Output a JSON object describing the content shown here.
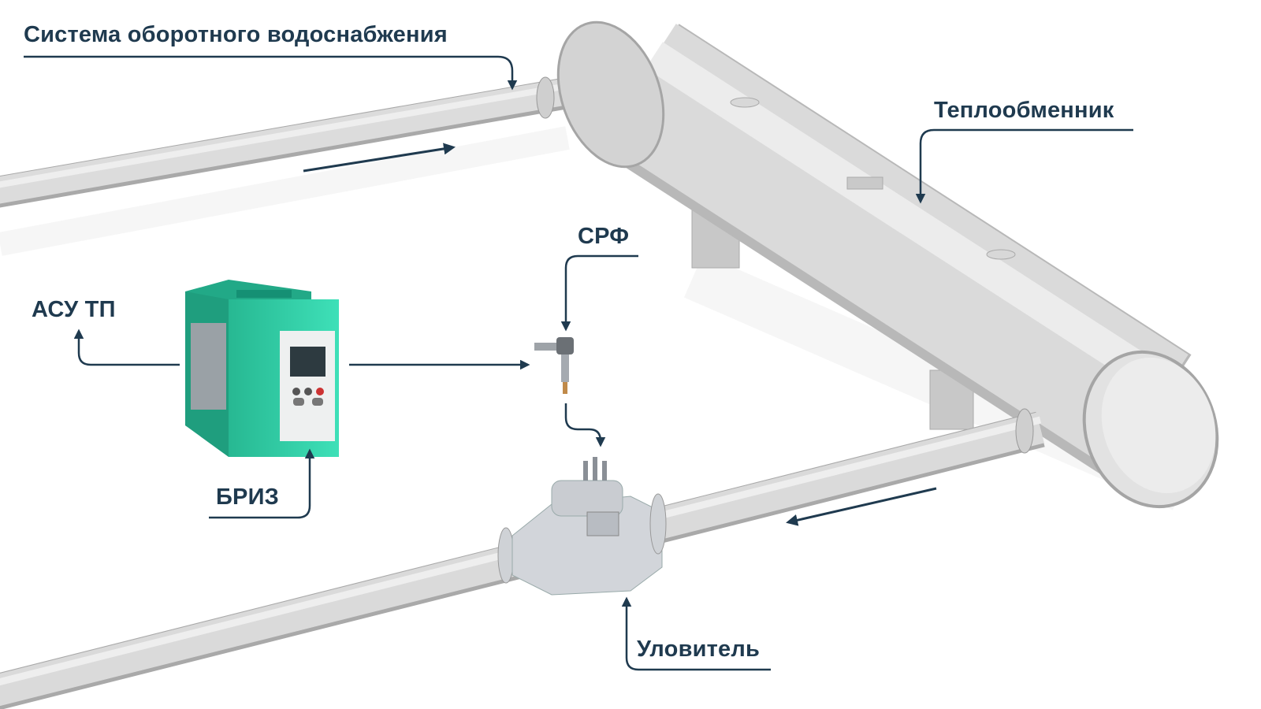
{
  "labels": {
    "water_system": "Система оборотного водоснабжения",
    "heat_exchanger": "Теплообменник",
    "srf": "СРФ",
    "asu_tp": "АСУ ТП",
    "briz": "БРИЗ",
    "catcher": "Уловитель"
  },
  "colors": {
    "label": "#1f3a4f",
    "device_green": "#2ecfa8",
    "pipe": "#d9d9d9"
  }
}
